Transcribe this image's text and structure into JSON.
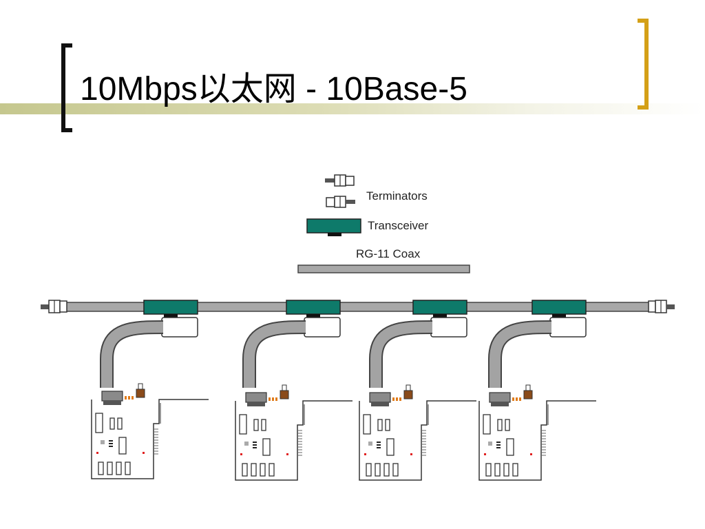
{
  "slide": {
    "title": "10Mbps以太网 - 10Base-5"
  },
  "legend": {
    "terminators": "Terminators",
    "transceiver": "Transceiver",
    "coax": "RG-11 Coax"
  },
  "colors": {
    "transceiver": "#0e7a6a",
    "coax": "#8a8a8a",
    "right_bracket": "#d4a017",
    "rule": "#c5c78e"
  },
  "stations": 4
}
